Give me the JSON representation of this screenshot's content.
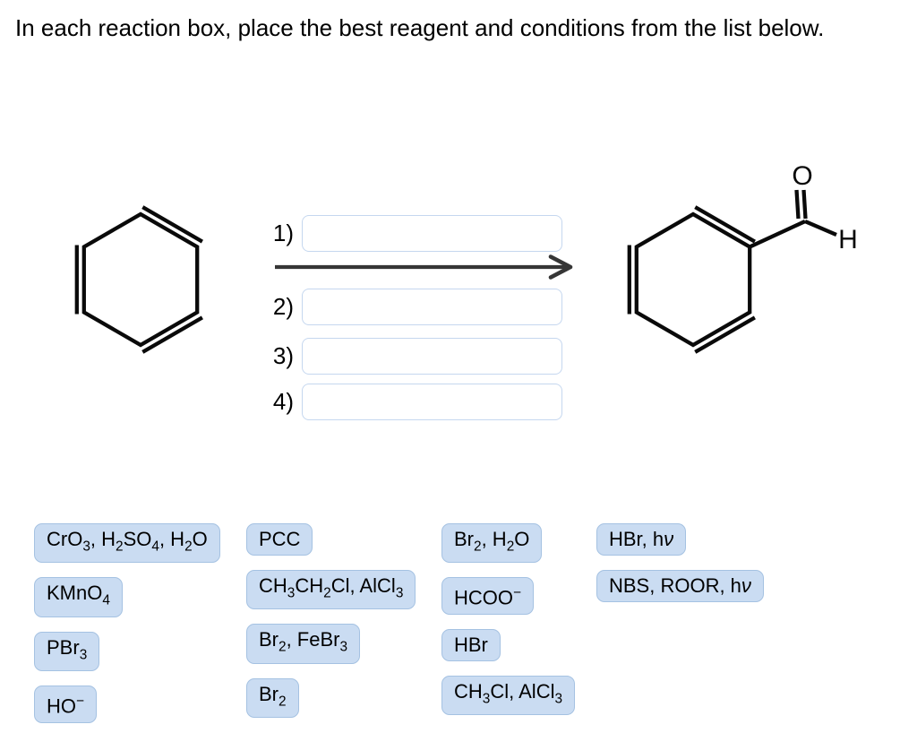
{
  "title": "In each reaction box, place the best reagent and conditions from the list below.",
  "reaction": {
    "steps": [
      {
        "label": "1)",
        "value": ""
      },
      {
        "label": "2)",
        "value": ""
      },
      {
        "label": "3)",
        "value": ""
      },
      {
        "label": "4)",
        "value": ""
      }
    ],
    "start_molecule": "benzene",
    "product_molecule": "benzaldehyde",
    "product": {
      "oxygen_label": "O",
      "hydrogen_label": "H"
    }
  },
  "reagent_bank": {
    "columns": [
      {
        "items": [
          "CrO~3~, H~2~SO~4~, H~2~O",
          "KMnO~4~",
          "PBr~3~",
          "HO^−^"
        ]
      },
      {
        "items": [
          "PCC",
          "CH~3~CH~2~Cl, AlCl~3~",
          "Br~2~, FeBr~3~",
          "Br~2~"
        ]
      },
      {
        "items": [
          "Br~2~, H~2~O",
          "HCOO^−^",
          "HBr",
          "CH~3~Cl, AlCl~3~"
        ]
      },
      {
        "items": [
          "HBr, h*ν*",
          "NBS, ROOR, h*ν*"
        ]
      }
    ]
  },
  "colors": {
    "chip_bg": "#cadcf2",
    "chip_border": "#a5c2e2",
    "box_border": "#c5d7ef",
    "arrow": "#363636",
    "structure": "#0a0a0a"
  }
}
